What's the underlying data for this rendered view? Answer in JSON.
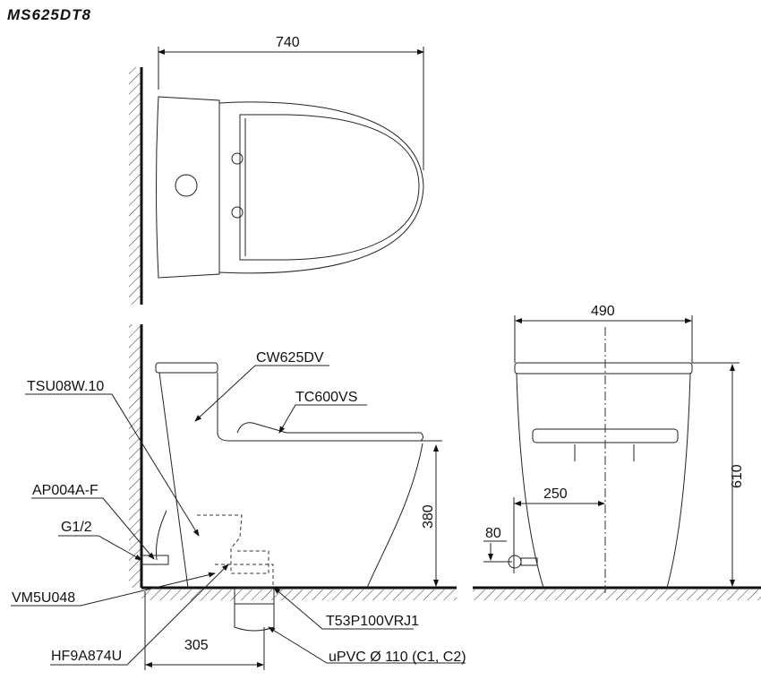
{
  "title": "MS625DT8",
  "dimensions": {
    "top_length": "740",
    "seat_height": "380",
    "rough_in": "305",
    "front_width": "490",
    "total_height": "610",
    "supply_offset": "250",
    "supply_height": "80"
  },
  "labels": {
    "cw": "CW625DV",
    "tsu": "TSU08W.10",
    "tc": "TC600VS",
    "ap": "AP004A-F",
    "g": "G1/2",
    "vm": "VM5U048",
    "t53": "T53P100VRJ1",
    "hf": "HF9A874U",
    "upvc": "uPVC Ø 110 (C1, C2)"
  }
}
